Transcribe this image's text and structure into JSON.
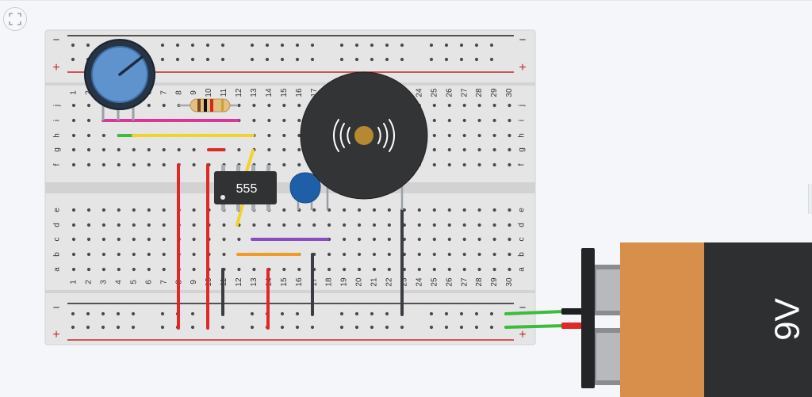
{
  "toolbar": {
    "fit_icon": "fit-to-screen-icon"
  },
  "breadboard": {
    "columns": [
      "1",
      "2",
      "3",
      "4",
      "5",
      "6",
      "7",
      "8",
      "9",
      "10",
      "11",
      "12",
      "13",
      "14",
      "15",
      "16",
      "17",
      "18",
      "19",
      "20",
      "21",
      "22",
      "23",
      "24",
      "25",
      "26",
      "27",
      "28",
      "29",
      "30"
    ],
    "upper_rows": [
      "j",
      "i",
      "h",
      "g",
      "f"
    ],
    "lower_rows": [
      "e",
      "d",
      "c",
      "b",
      "a"
    ],
    "rail_minus": "−",
    "rail_plus": "+"
  },
  "components": {
    "chip_label": "555",
    "battery_label": "9V",
    "potentiometer": "potentiometer",
    "resistor": "resistor",
    "capacitor": "ceramic-capacitor",
    "buzzer": "piezo-buzzer"
  },
  "colors": {
    "wire_red": "#e02828",
    "wire_black": "#3a3d42",
    "wire_yellow": "#f2d32c",
    "wire_magenta": "#d8379a",
    "wire_green": "#3dbb3d",
    "wire_purple": "#8a4cc0",
    "wire_orange": "#f09a2a",
    "battery_copper": "#d88f4c",
    "battery_black": "#2e2f31",
    "capacitor_blue": "#1e5fa8",
    "pot_blue": "#5f93cd"
  }
}
